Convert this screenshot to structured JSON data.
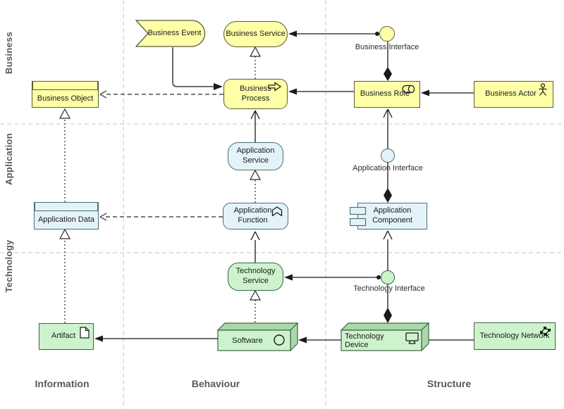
{
  "layers": {
    "business": "Business",
    "application": "Application",
    "technology": "Technology"
  },
  "columns": {
    "information": "Information",
    "behaviour": "Behaviour",
    "structure": "Structure"
  },
  "elements": {
    "business_event": "Business Event",
    "business_service": "Business Service",
    "business_interface": "Business Interface",
    "business_object": "Business Object",
    "business_process": "Business Process",
    "business_role": "Business Role",
    "business_actor": "Business Actor",
    "application_service": "Application Service",
    "application_interface": "Application Interface",
    "application_data": "Application Data",
    "application_function": "Application Function",
    "application_component": "Application Component",
    "technology_service": "Technology Service",
    "technology_interface": "Technology Interface",
    "artifact": "Artifact",
    "software": "Software",
    "technology_device": "Technology Device",
    "technology_network": "Technology Network"
  },
  "icons": {
    "process": "process-arrow-icon",
    "role": "role-cylinder-icon",
    "actor": "actor-stickfigure-icon",
    "function": "function-chevron-icon",
    "component": "component-tabs-icon",
    "artifact": "document-icon",
    "system_software": "circle-icon",
    "device": "monitor-icon",
    "network": "network-nodes-icon"
  },
  "colors": {
    "business_fill": "#ffffa8",
    "application_fill": "#e3f3f8",
    "technology_fill": "#cdf3cd",
    "node_top_fill": "#a9d9a9",
    "grid_line": "#c6c6c6",
    "label_text": "#595959",
    "connector": "#1a1a1a"
  }
}
